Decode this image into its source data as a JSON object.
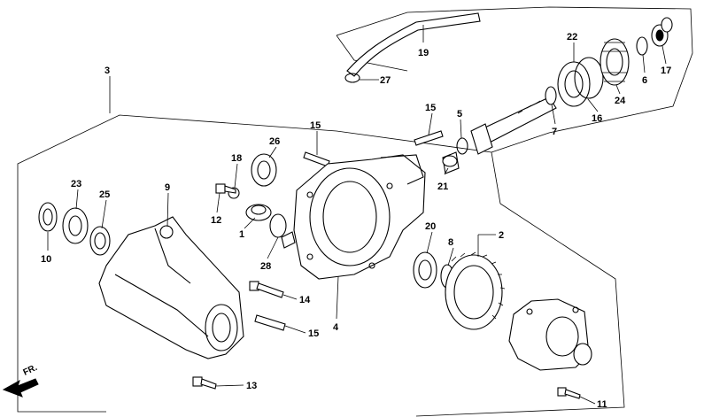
{
  "callouts": {
    "c1": "1",
    "c2": "2",
    "c3": "3",
    "c4": "4",
    "c5": "5",
    "c6": "6",
    "c7": "7",
    "c8": "8",
    "c9": "9",
    "c10": "10",
    "c11": "11",
    "c12": "12",
    "c13": "13",
    "c14": "14",
    "c15a": "15",
    "c15b": "15",
    "c16": "16",
    "c17": "17",
    "c18": "18",
    "c19": "19",
    "c20": "20",
    "c21": "21",
    "c22": "22",
    "c23": "23",
    "c24": "24",
    "c25": "25",
    "c26": "26",
    "c27": "27",
    "c28": "28"
  },
  "front_arrow": {
    "label": "FR."
  }
}
